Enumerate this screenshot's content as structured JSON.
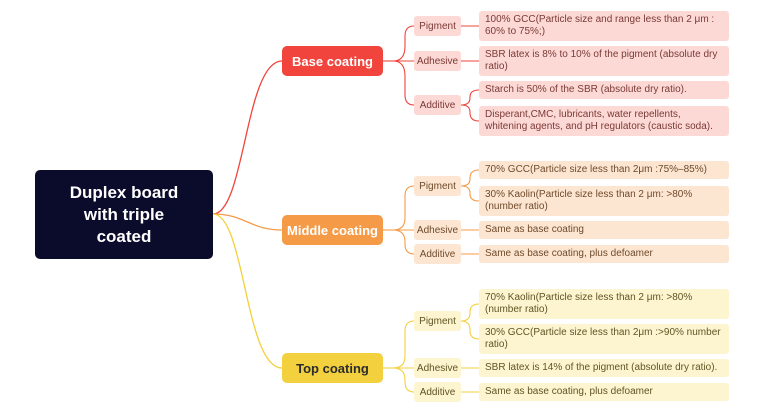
{
  "root": {
    "label": "Duplex board\nwith triple\ncoated"
  },
  "branches": {
    "base": {
      "label": "Base coating",
      "pigment": "Pigment",
      "pigment_1": "100% GCC(Particle size and range less than 2 μm : 60% to 75%;)",
      "adhesive": "Adhesive",
      "adhesive_1": "SBR latex is 8% to 10% of the pigment (absolute dry ratio)",
      "additive": "Additive",
      "additive_1": "Starch is  50% of the SBR (absolute dry ratio).",
      "additive_2": "Disperant,CMC, lubricants, water repellents, whitening agents, and pH regulators (caustic soda)."
    },
    "middle": {
      "label": "Middle coating",
      "pigment": "Pigment",
      "pigment_1": "70% GCC(Particle size less than 2μm :75%–85%)",
      "pigment_2": "30% Kaolin(Particle size less than 2 μm: >80% (number ratio)",
      "adhesive": "Adhesive",
      "adhesive_1": "Same as base coating",
      "additive": "Additive",
      "additive_1": "Same as base coating, plus defoamer"
    },
    "top": {
      "label": "Top coating",
      "pigment": "Pigment",
      "pigment_1": "70% Kaolin(Particle size less than 2 μm: >80% (number ratio)",
      "pigment_2": "30% GCC(Particle size less than 2μm :>90% number ratio)",
      "adhesive": "Adhesive",
      "adhesive_1": "SBR latex is 14% of the pigment (absolute dry ratio).",
      "additive": "Additive",
      "additive_1": "Same as base coating, plus defoamer"
    }
  },
  "colors": {
    "base": "#f0443c",
    "middle": "#f59b48",
    "top": "#f3d03d",
    "root": "#0b0b2b"
  }
}
